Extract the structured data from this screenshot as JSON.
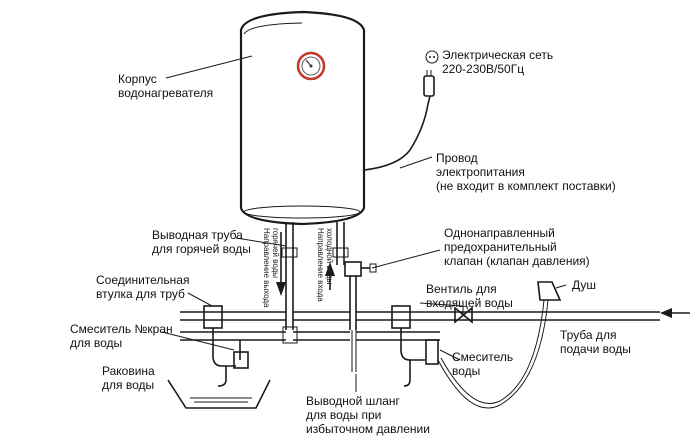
{
  "labels": {
    "tank_body": [
      "Корпус",
      "водонагревателя"
    ],
    "power_network": [
      "Электрическая сеть",
      "220-230В/50Гц"
    ],
    "power_cord": [
      "Провод",
      "электропитания",
      "(не входит в комплект поставки)"
    ],
    "hot_outlet_pipe": [
      "Выводная труба",
      "для горячей воды"
    ],
    "check_valve": [
      "Однонаправленный",
      "предохранительный",
      "клапан (клапан давления)"
    ],
    "coupling": [
      "Соединительная",
      "втулка для труб"
    ],
    "inlet_valve": [
      "Вентиль для",
      "входящей воды"
    ],
    "shower": [
      "Душ"
    ],
    "mixer_tap": [
      "Смеситель №кран",
      "для воды"
    ],
    "supply_pipe": [
      "Труба для",
      "подачи воды"
    ],
    "mixer": [
      "Смеситель",
      "воды"
    ],
    "sink": [
      "Раковина",
      "для воды"
    ],
    "drain_hose": [
      "Выводной шланг",
      "для воды при",
      "избыточном давлении"
    ]
  },
  "vertical_labels": {
    "hot_flow": [
      "Направление выхода",
      "горячей воды"
    ],
    "cold_flow": [
      "Направление входа",
      "холодной воды"
    ]
  },
  "icons": [
    "thermometer-gauge-icon",
    "power-socket-icon",
    "power-plug-icon",
    "flow-arrow-icon"
  ],
  "colors": {
    "line": "#1a1a1a",
    "gauge": "#c0392b",
    "background": "#ffffff"
  }
}
